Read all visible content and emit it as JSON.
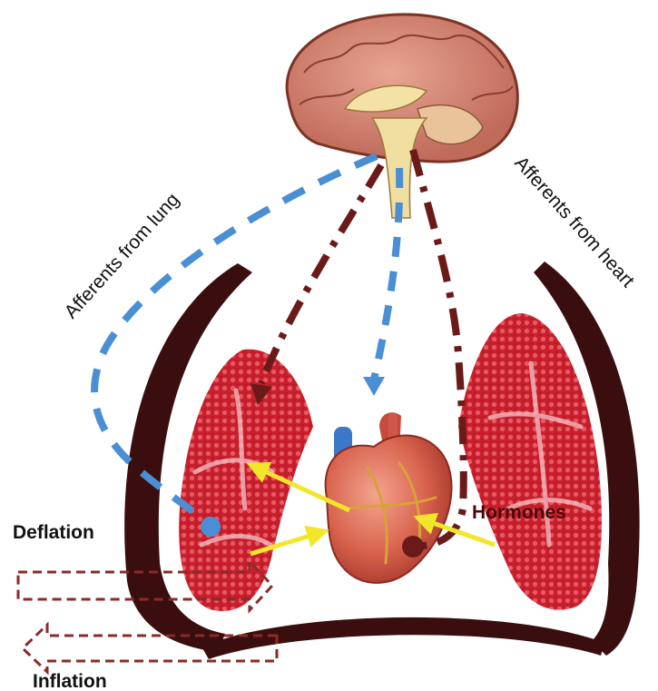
{
  "labels": {
    "afferents_lung": "Afferents from lung",
    "afferents_heart": "Afferents from heart",
    "hormones": "Hormones",
    "deflation": "Deflation",
    "inflation": "Inflation"
  },
  "colors": {
    "lung_afferent_path": "#4a8fd4",
    "heart_afferent_path": "#6b1a1a",
    "thorax_wall": "#3a0e0e",
    "lung_tissue": "#c4202c",
    "yellow_arrows": "#f2e62a",
    "ventilation_arrows": "#8a2a2a",
    "label_text": "#111111",
    "hormones_text": "#4a0a0a"
  },
  "icons": [
    "brain-icon",
    "heart-icon",
    "left-lung-icon",
    "right-lung-icon"
  ]
}
